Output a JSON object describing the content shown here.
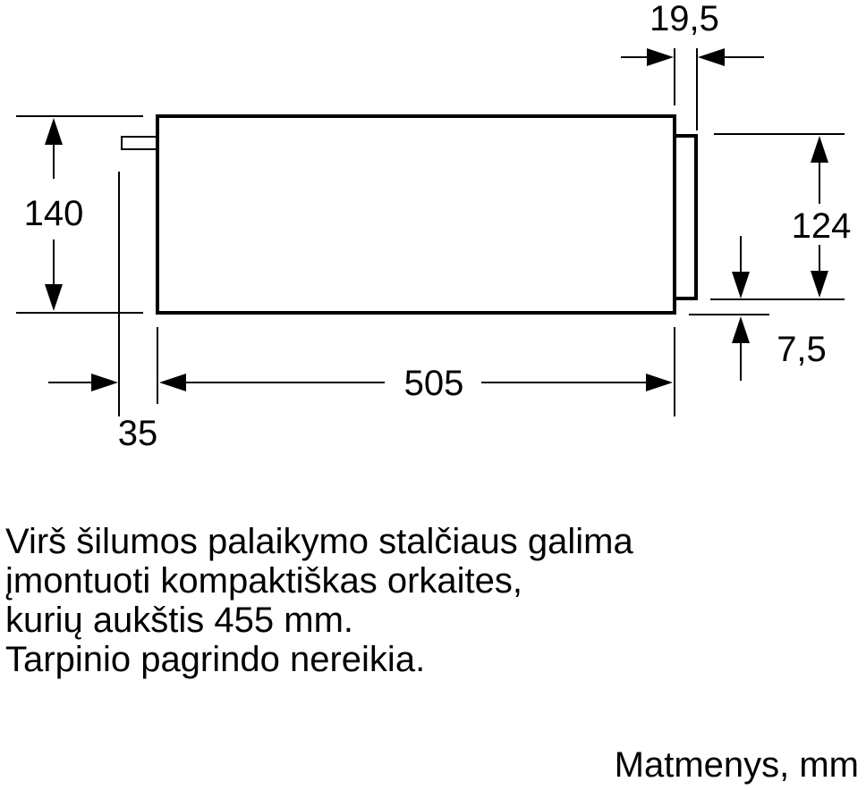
{
  "dimensions": {
    "total_height": "140",
    "depth": "505",
    "back_offset": "35",
    "front_panel_thickness": "19,5",
    "front_panel_height": "124",
    "bottom_offset": "7,5"
  },
  "description": {
    "lines": [
      "Virš šilumos palaikymo stalčiaus galima",
      "įmontuoti kompaktiškas orkaites,",
      "kurių aukštis 455 mm.",
      "Tarpinio pagrindo nereikia."
    ]
  },
  "units_label": "Matmenys, mm"
}
